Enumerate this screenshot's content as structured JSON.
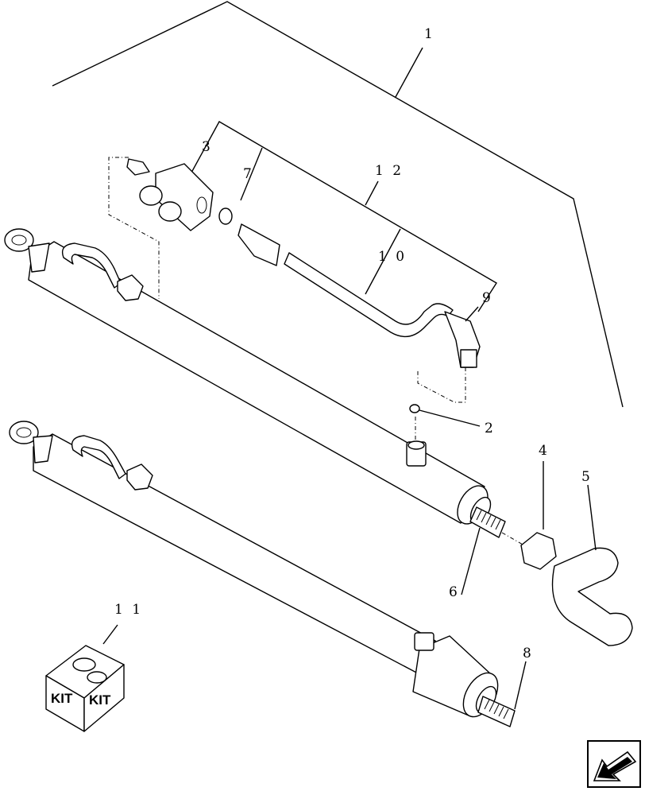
{
  "callouts": {
    "c1": "1",
    "c2": "2",
    "c3": "3",
    "c4": "4",
    "c5": "5",
    "c6": "6",
    "c7": "7",
    "c8": "8",
    "c9": "9",
    "c10": "1 0",
    "c11": "1 1",
    "c12": "1 2"
  },
  "kit_box": {
    "left_label": "KIT",
    "right_label": "KIT"
  },
  "icons": {
    "nav": "arrow-left-down-icon"
  }
}
